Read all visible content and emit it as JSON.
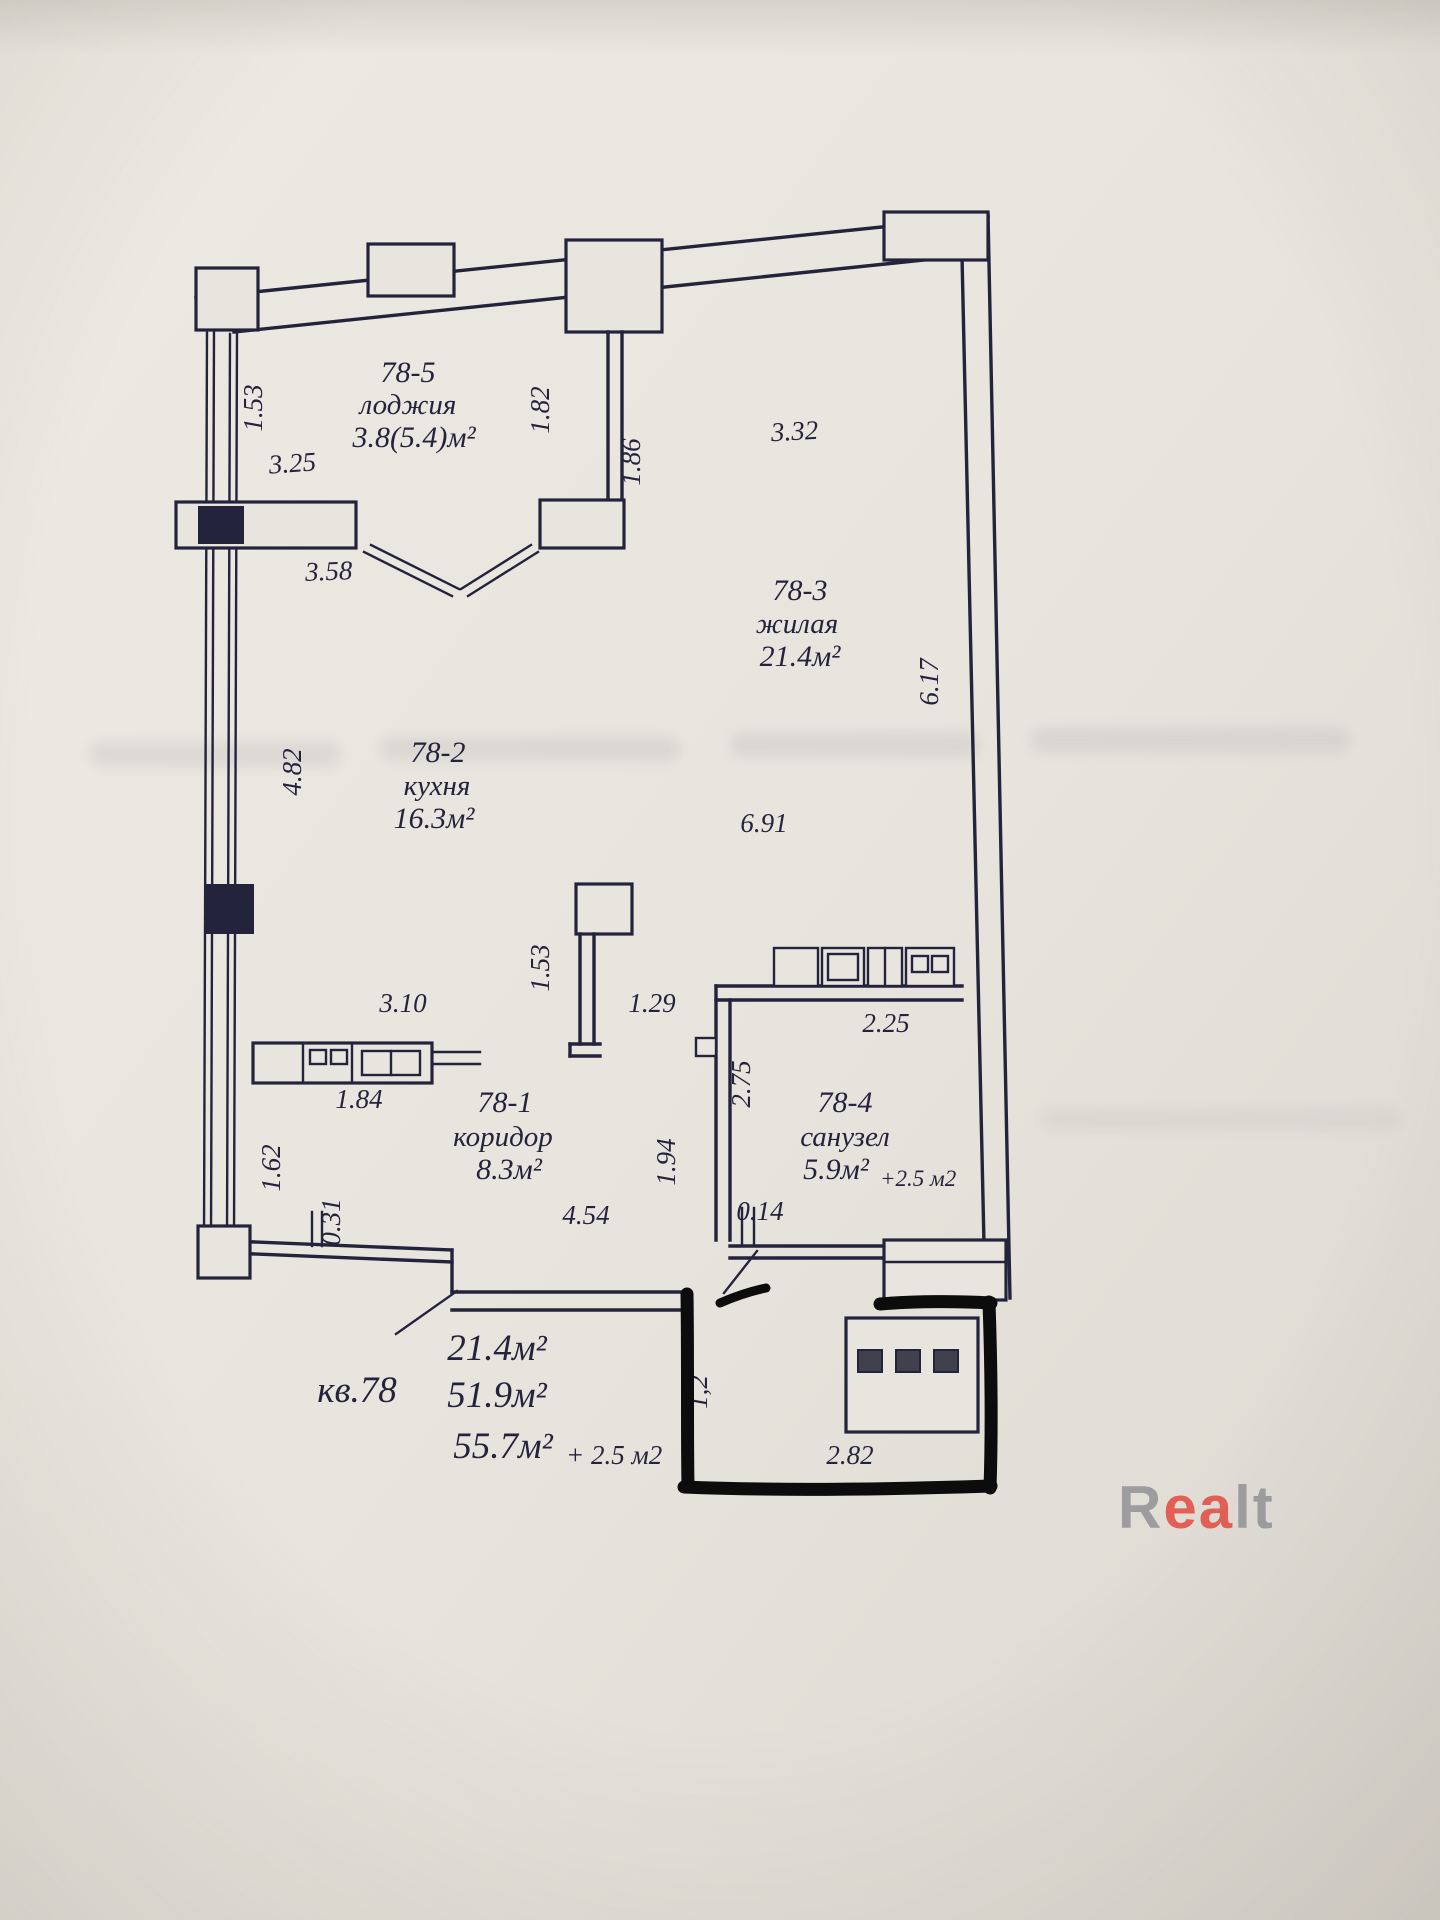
{
  "colors": {
    "paper": "#e8e5de",
    "ink": "#23233c",
    "marker": "#0c0c0c",
    "watermark_gray": "#97969b",
    "watermark_red": "#e2544a"
  },
  "rooms": [
    {
      "id": "78-5",
      "name": "лоджия",
      "area": "3.8(5.4)м²"
    },
    {
      "id": "78-3",
      "name": "жилая",
      "area": "21.4м²"
    },
    {
      "id": "78-2",
      "name": "кухня",
      "area": "16.3м²"
    },
    {
      "id": "78-1",
      "name": "коридор",
      "area": "8.3м²"
    },
    {
      "id": "78-4",
      "name": "санузел",
      "area": "5.9м²",
      "area_extra": "+2.5 м2"
    }
  ],
  "dims": {
    "loggia_left_h": "1.53",
    "loggia_w": "3.25",
    "loggia_right_h1": "1.82",
    "loggia_right_h2": "1.86",
    "living_top_w": "3.32",
    "living_right_h": "6.17",
    "kitchen_top_w": "3.58",
    "kitchen_left_h": "4.82",
    "living_w": "6.91",
    "stub_h": "1.53",
    "stub_offset": "1.29",
    "bath_w": "2.25",
    "bath_h": "2.75",
    "counter_w": "3.10",
    "counter_len": "1.84",
    "corridor_left_h": "1.62",
    "corridor_jog": "0.31",
    "corridor_w": "4.54",
    "corridor_right_h": "1.94",
    "door_jog": "0.14",
    "terrace_h": "1,2",
    "terrace_w": "2.82"
  },
  "summary": {
    "apartment": "кв.78",
    "living_area": "21.4м²",
    "area": "51.9м²",
    "total_area": "55.7м²",
    "total_extra": "+ 2.5 м2"
  },
  "watermark": {
    "p1": "R",
    "p2": "еа",
    "p3": "lt"
  }
}
